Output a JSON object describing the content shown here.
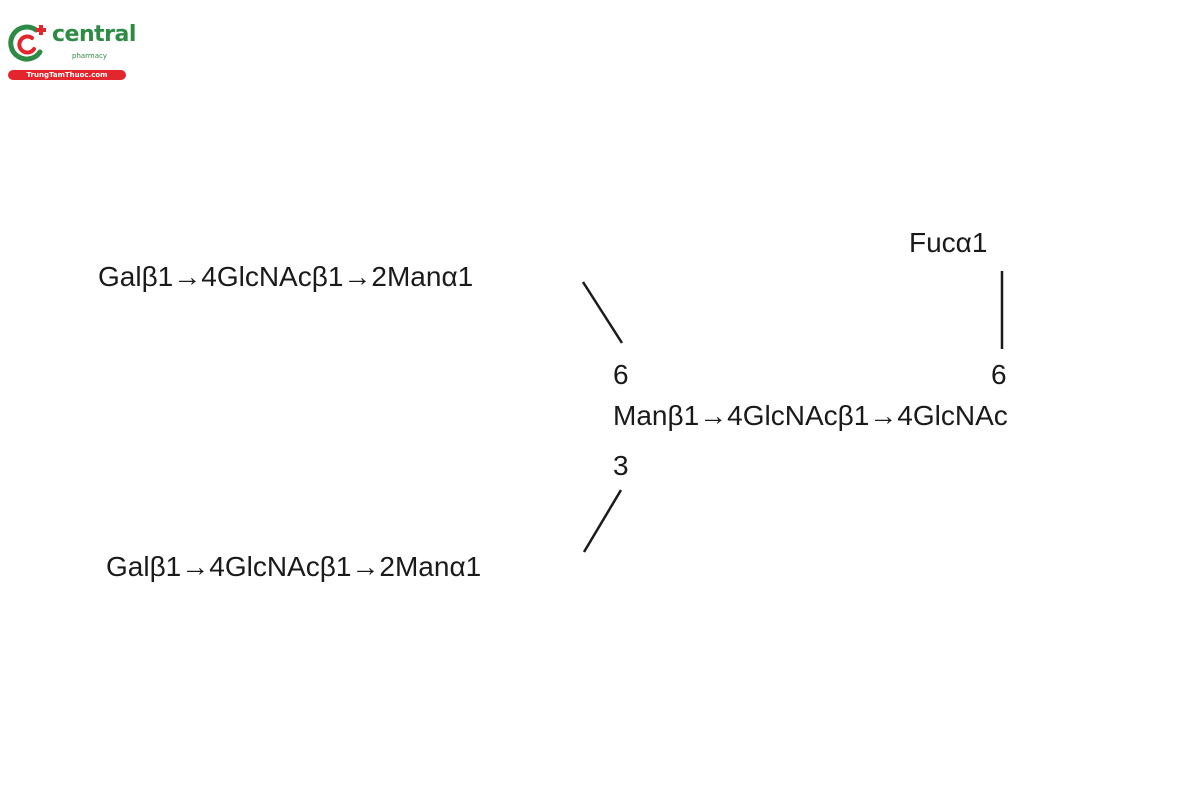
{
  "logo": {
    "name": "central",
    "sub": "pharmacy",
    "site": "TrungTamThuoc.com",
    "colors": {
      "brand_green": "#2e8b45",
      "brand_red": "#e3262d"
    }
  },
  "diagram": {
    "upper_branch": "Galβ1→4GlcNAcβ1→2Manα1",
    "lower_branch": "Galβ1→4GlcNAcβ1→2Manα1",
    "core": "Manβ1→4GlcNAcβ1→4GlcNAc",
    "fucose": "Fucα1",
    "core_pos_6": "6",
    "core_pos_3": "3",
    "fuc_pos_6": "6"
  }
}
